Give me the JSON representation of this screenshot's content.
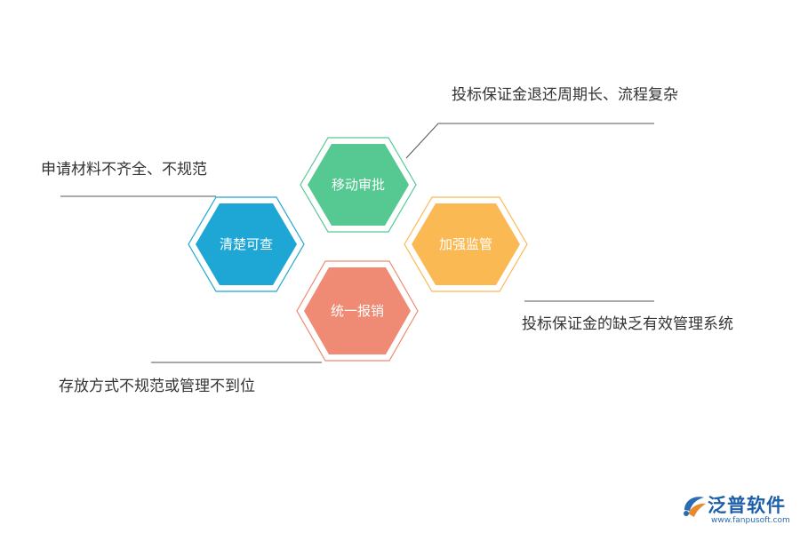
{
  "hexagons": {
    "top": {
      "label": "移动审批",
      "color": "#56c993"
    },
    "left": {
      "label": "清楚可查",
      "color": "#1ea7d4"
    },
    "right": {
      "label": "加强监管",
      "color": "#fbb954"
    },
    "bottom": {
      "label": "统一报销",
      "color": "#ef8a74"
    }
  },
  "notes": {
    "top_right": "投标保证金退还周期长、流程复杂",
    "top_left": "申请材料不齐全、不规范",
    "bottom_right": "投标保证金的缺乏有效管理系统",
    "bottom_left": "存放方式不规范或管理不到位"
  },
  "logo": {
    "name": "泛普软件",
    "url": "www.fanpusoft.com",
    "icon": "fanpu-logo-icon",
    "color": "#1d5fa8"
  },
  "connector_color": "#555555"
}
